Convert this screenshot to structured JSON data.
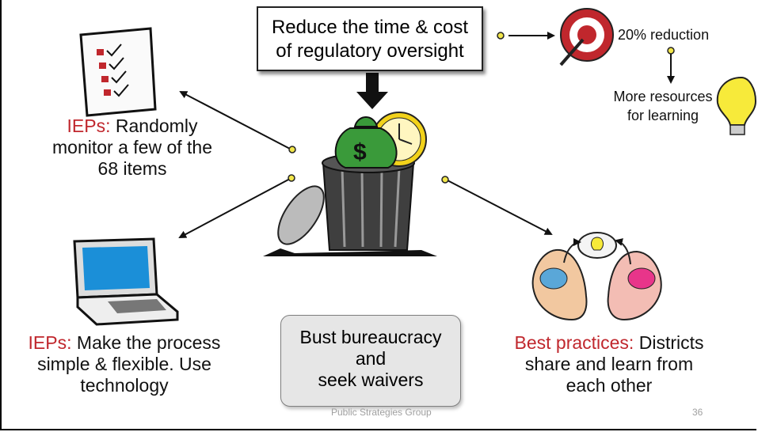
{
  "top_box": {
    "line1": "Reduce the time & cost",
    "line2": "of regulatory oversight"
  },
  "target": {
    "label": "20% reduction"
  },
  "resources": {
    "line1": "More resources",
    "line2": "for learning"
  },
  "iep_monitor": {
    "prefix": "IEPs:",
    "text1": " Randomly",
    "text2": "monitor a few of the",
    "text3": "68 items"
  },
  "iep_process": {
    "prefix": "IEPs:",
    "text1": " Make the process",
    "text2": "simple & flexible. Use",
    "text3": "technology"
  },
  "best_practices": {
    "prefix": "Best practices:",
    "text1": " Districts",
    "text2": "share and learn from",
    "text3": "each other"
  },
  "bust_box": {
    "line1": "Bust bureaucracy",
    "line2": "and",
    "line3": "seek waivers"
  },
  "footer": {
    "org": "Public Strategies Group",
    "page": "36"
  },
  "colors": {
    "accent_red": "#c0272d",
    "money_green": "#3a9a3a",
    "clock_yellow": "#f2d21a",
    "bulb_yellow": "#f7ea3a",
    "screen_blue": "#1b8fd8",
    "dot_yellow": "#f2e64a"
  }
}
